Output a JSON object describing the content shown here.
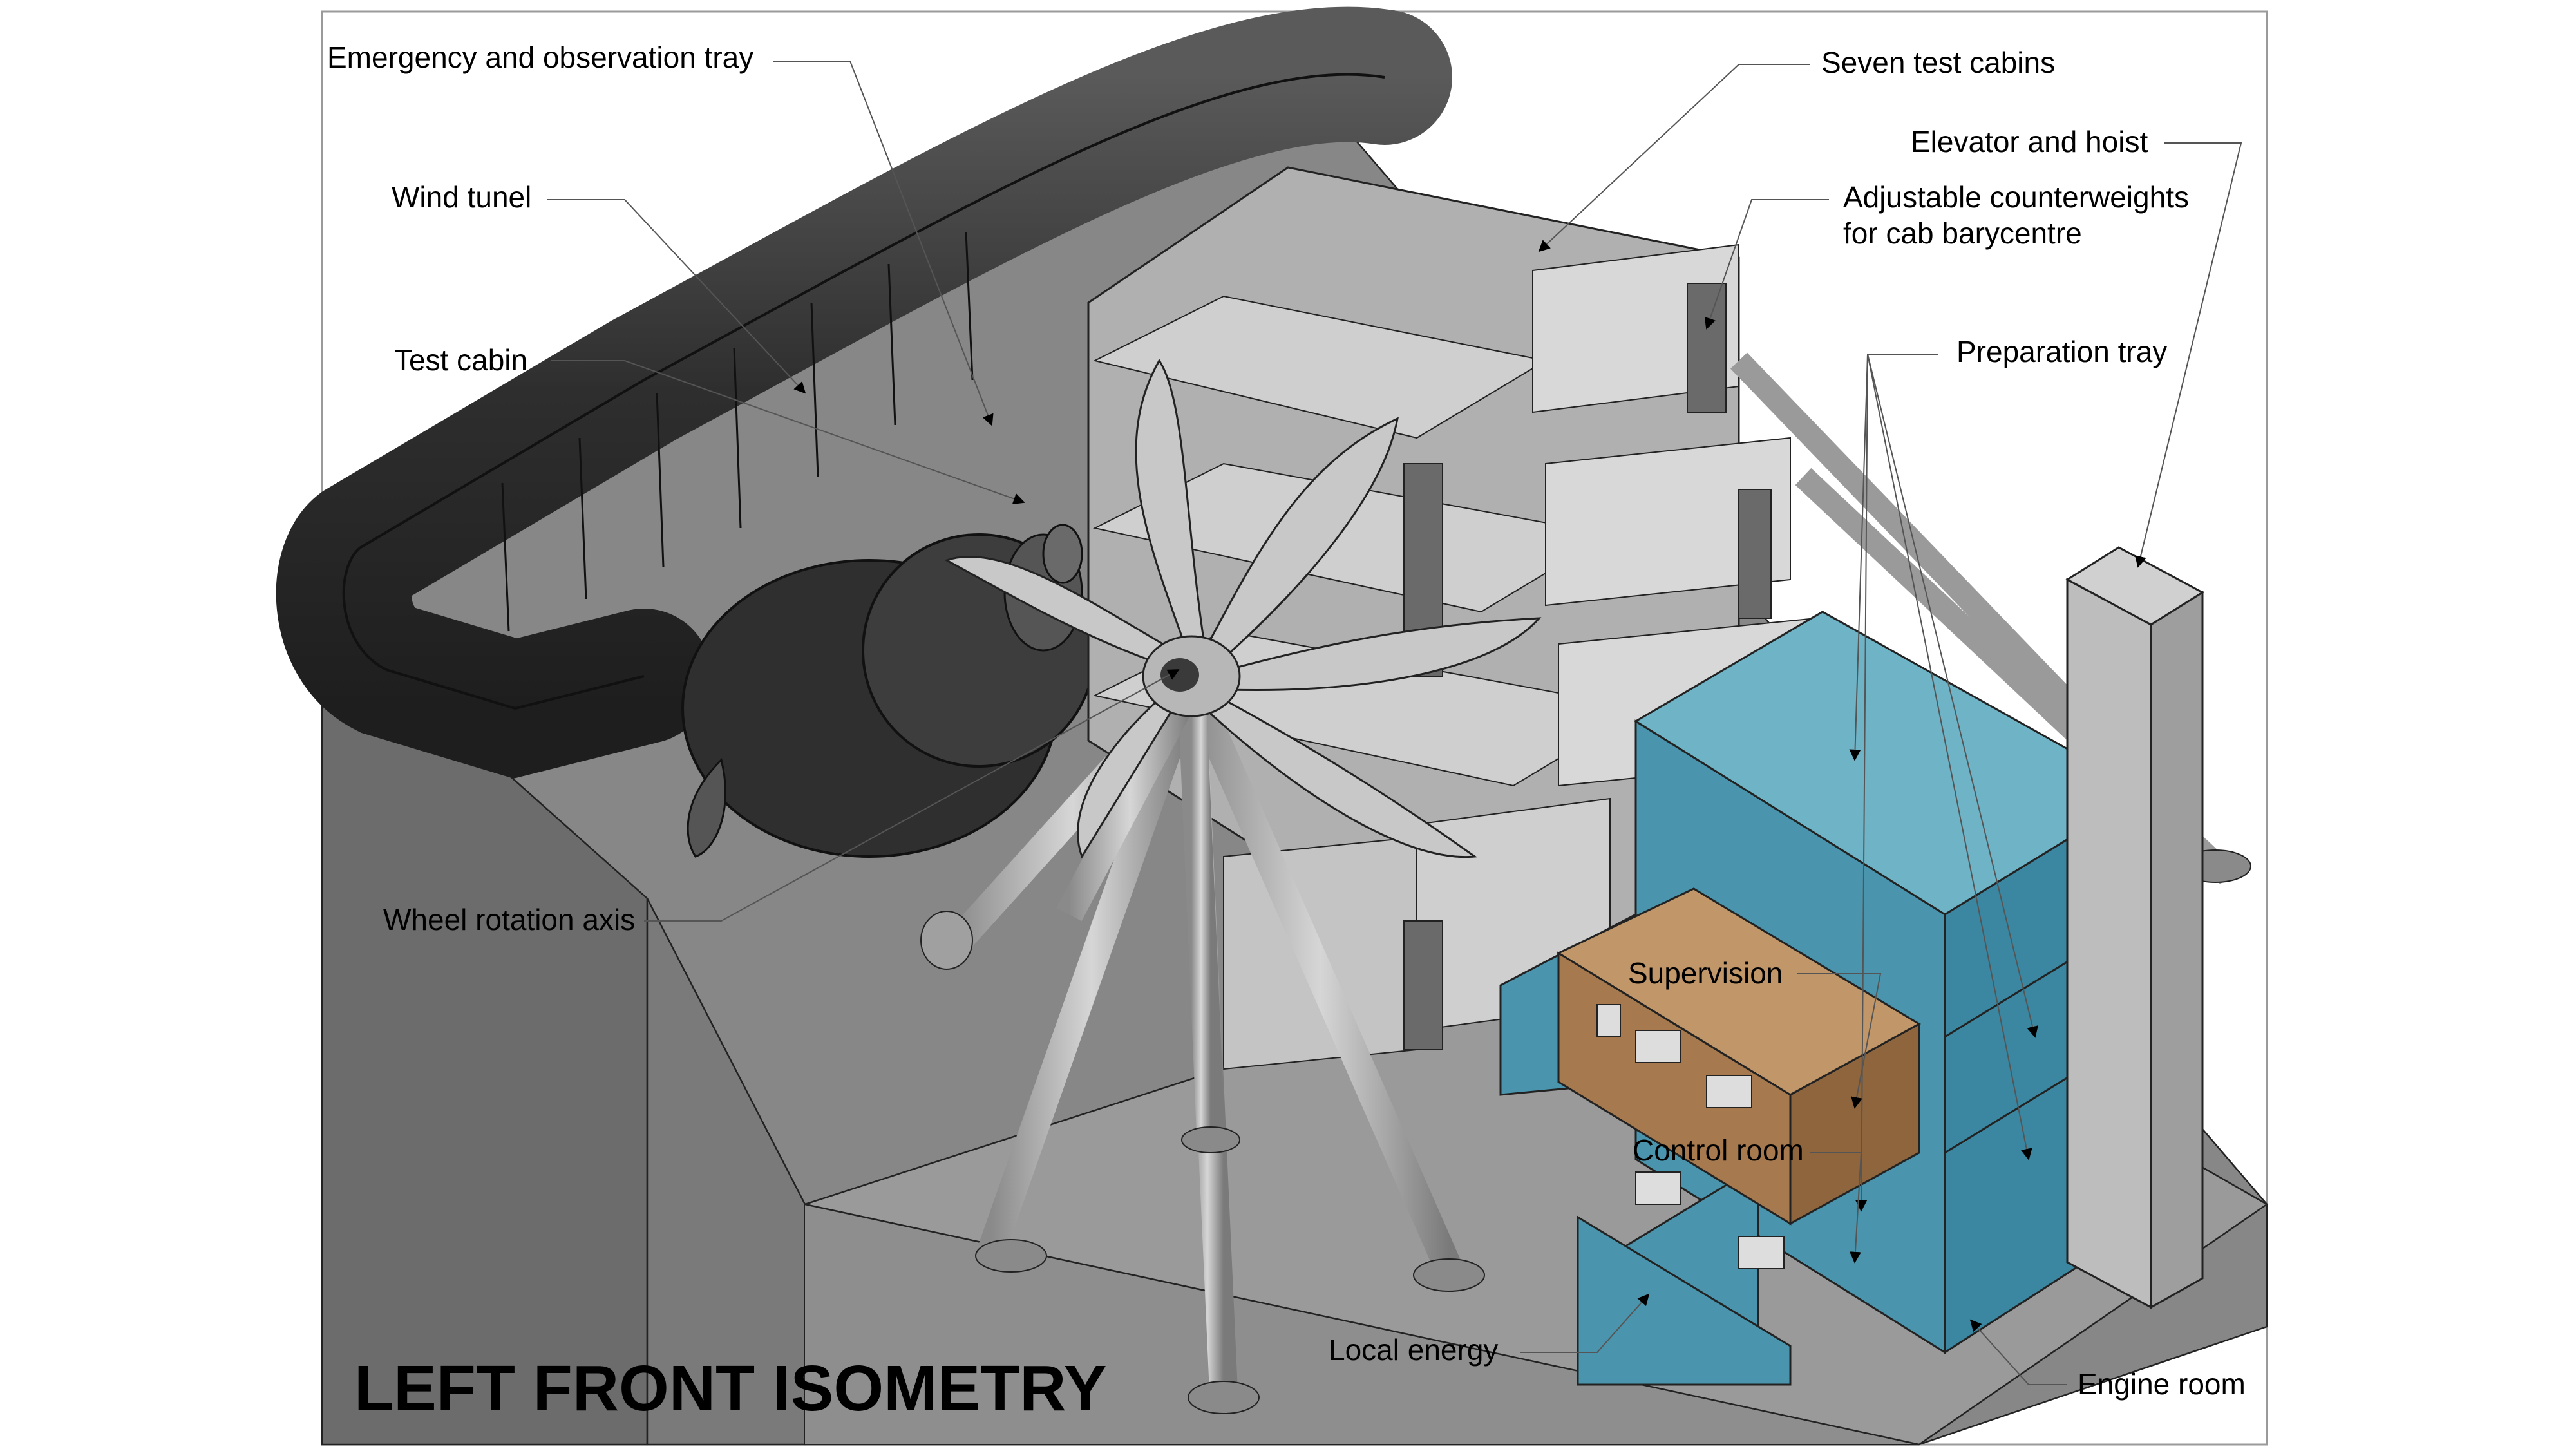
{
  "title": "LEFT FRONT ISOMETRY",
  "labels": {
    "emergency_tray": "Emergency and observation tray",
    "wind_tunnel": "Wind tunel",
    "test_cabin": "Test cabin",
    "wheel_axis": "Wheel rotation axis",
    "seven_cabins": "Seven test cabins",
    "elevator": "Elevator and hoist",
    "counterweights_1": "Adjustable counterweights",
    "counterweights_2": "for cab barycentre",
    "preparation_tray": "Preparation tray",
    "supervision": "Supervision",
    "control_room": "Control room",
    "local_energy": "Local energy",
    "engine_room": "Engine room"
  },
  "colors": {
    "background": "#ffffff",
    "frame": "#9a9a9a",
    "ground_top": "#8a8a8a",
    "ground_side": "#6f6f6f",
    "tunnel": "#3a3a3a",
    "cabin": "#c8c8c8",
    "structure": "#a7a7a7",
    "building_blue": "#4a95ad",
    "building_brown": "#a67a4e",
    "elevator": "#bdbdbd"
  }
}
